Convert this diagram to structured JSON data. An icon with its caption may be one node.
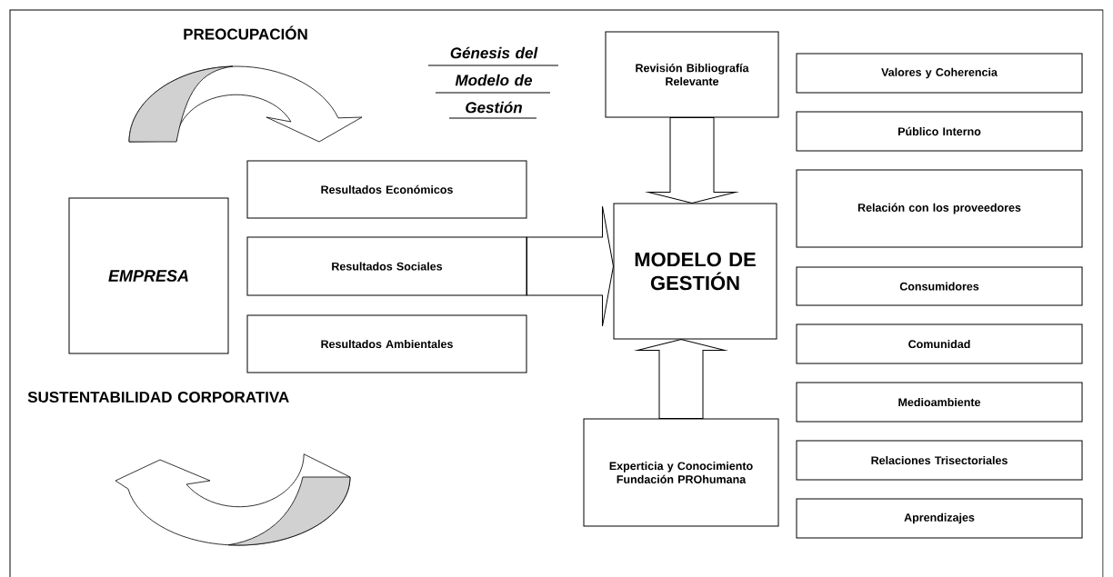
{
  "diagram": {
    "nodes": [
      {
        "text": [
          "EMPRESA"
        ]
      },
      {
        "text": [
          "Resultados Económicos"
        ]
      },
      {
        "text": [
          "Resultados Sociales"
        ]
      },
      {
        "text": [
          "Resultados Ambientales"
        ]
      },
      {
        "text": [
          "Revisión Bibliografía Relevante"
        ]
      },
      {
        "text": [
          "MODELO DE GESTIÓN"
        ]
      },
      {
        "text": [
          "Experticia y Conocimiento Fundación PROhumana"
        ]
      },
      {
        "text": [
          "Valores y Coherencia"
        ]
      },
      {
        "text": [
          "Público Interno"
        ]
      },
      {
        "text": [
          "Relación con los proveedores"
        ]
      },
      {
        "text": [
          "Consumidores"
        ]
      },
      {
        "text": [
          "Comunidad"
        ]
      },
      {
        "text": [
          "Medioambiente"
        ]
      },
      {
        "text": [
          "Relaciones Trisectoriales"
        ]
      },
      {
        "text": [
          "Aprendizajes"
        ]
      }
    ],
    "edges": [
      {
        "from": 2,
        "to": 5,
        "arrow": "to"
      },
      {
        "from": 4,
        "to": 5,
        "arrow": "to"
      },
      {
        "from": 6,
        "to": 5,
        "arrow": "to"
      }
    ],
    "labels": [
      "PREOCUPACIÓN",
      "Génesis del Modelo de Gestión",
      "SUSTENTABILIDAD CORPORATIVA"
    ]
  }
}
